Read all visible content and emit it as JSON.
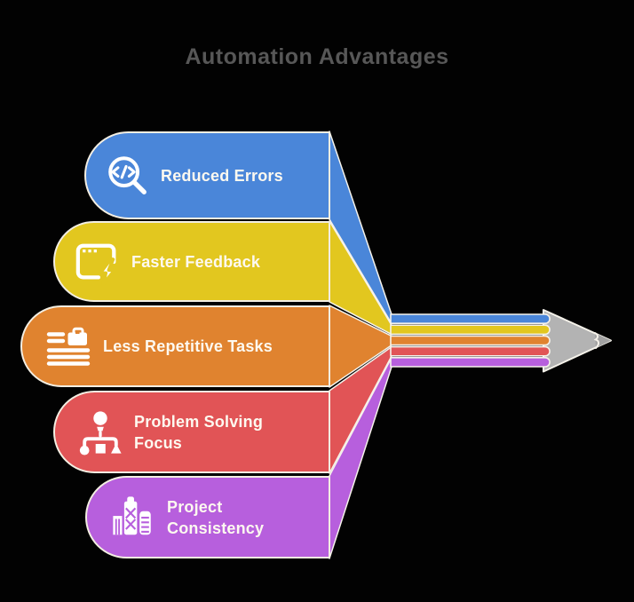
{
  "title": "Automation Advantages",
  "items": [
    {
      "label": "Reduced Errors",
      "lines": [
        "Reduced Errors"
      ],
      "color": "#4a86d9",
      "icon": "code-search-icon"
    },
    {
      "label": "Faster Feedback",
      "lines": [
        "Faster Feedback"
      ],
      "color": "#e2c71f",
      "icon": "window-lightning-icon"
    },
    {
      "label": "Less Repetitive Tasks",
      "lines": [
        "Less Repetitive Tasks"
      ],
      "color": "#e0832f",
      "icon": "task-list-icon"
    },
    {
      "label": "Problem Solving Focus",
      "lines": [
        "Problem Solving",
        "Focus"
      ],
      "color": "#e15456",
      "icon": "lightbulb-flowchart-icon"
    },
    {
      "label": "Project Consistency",
      "lines": [
        "Project",
        "Consistency"
      ],
      "color": "#b75fdd",
      "icon": "city-buildings-icon"
    }
  ],
  "pencil": {
    "body_color": "#b3b3b3",
    "graphite_color": "#a2a2a2",
    "outline_color": "#f5f2ea"
  },
  "colors": {
    "background": "#020202",
    "title_text": "#575757",
    "label_text": "#fdf9f0",
    "banner_border": "#f3eee2"
  }
}
